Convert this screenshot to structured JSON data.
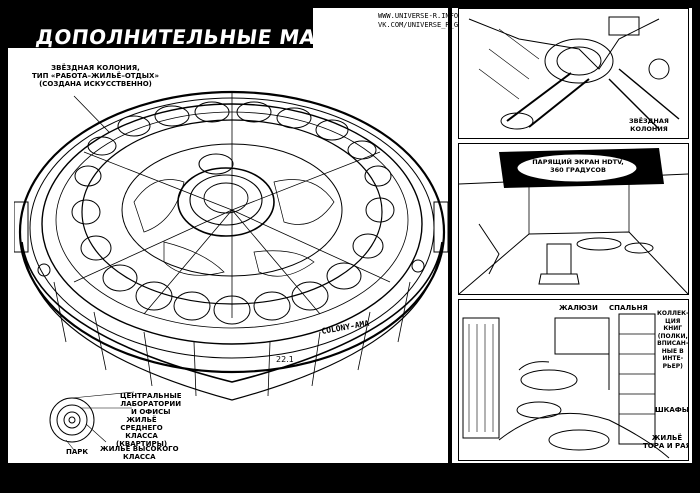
{
  "page": {
    "title": "ДОПОЛНИТЕЛЬНЫЕ МАТЕРИАЛЫ",
    "credits": [
      "WWW.UNIVERSE-R.INFO",
      "VK.COM/UNIVERSE_R_GROUP"
    ]
  },
  "main_diagram": {
    "caption_lines": [
      "ЗВЁЗДНАЯ КОЛОНИЯ,",
      "ТИП «РАБОТА–ЖИЛЬЁ–ОТДЫХ»"
    ],
    "caption_note": "(СОЗДАНА ИСКУССТВЕННО)",
    "hull_label": "COLONY-AMA",
    "hull_number": "22.1",
    "legend": {
      "labs": [
        "ЦЕНТРАЛЬНЫЕ",
        "ЛАБОРАТОРИИ",
        "И ОФИСЫ"
      ],
      "middle": [
        "ЖИЛЬЁ",
        "СРЕДНЕГО",
        "КЛАССА",
        "(КВАРТИРЫ)"
      ],
      "high": [
        "ЖИЛЬЁ ВЫСОКОГО",
        "КЛАССА"
      ],
      "park": "ПАРК"
    }
  },
  "panels": {
    "top": {
      "label": [
        "ЗВЁЗДНАЯ",
        "КОЛОНИЯ"
      ]
    },
    "middle": {
      "bubble": [
        "ПАРЯЩИЙ ЭКРАН HDTV,",
        "360 ГРАДУСОВ"
      ]
    },
    "bottom": {
      "blinds": "ЖАЛЮЗИ",
      "bedroom": "СПАЛЬНЯ",
      "shelves": [
        "КОЛЛЕК-",
        "ЦИЯ",
        "КНИГ",
        "(ПОЛКИ,",
        "ВПИСАН-",
        "НЫЕ В",
        "ИНТЕ-",
        "РЬЕР)"
      ],
      "cabinets": "ШКАФЫ",
      "housing": [
        "ЖИЛЬЁ",
        "ТОРА И РАЯ"
      ]
    }
  }
}
